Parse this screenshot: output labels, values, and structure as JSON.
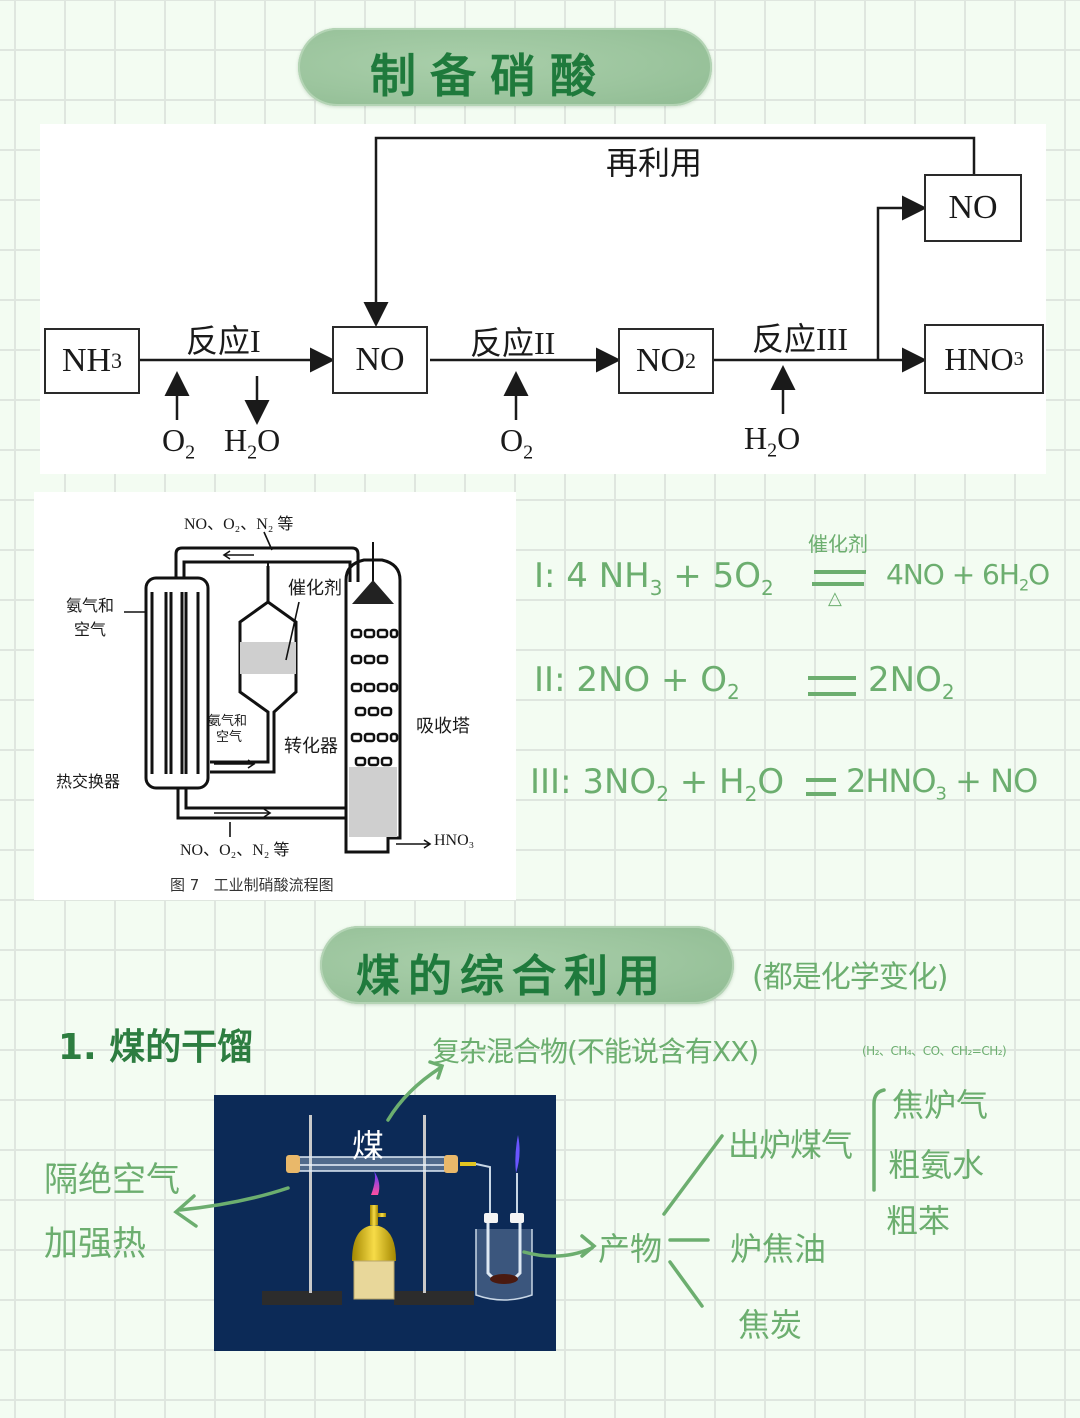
{
  "section1": {
    "title": "制备硝酸",
    "flowchart": {
      "recycle_label": "再利用",
      "nodes": {
        "nh3": {
          "main": "NH",
          "sub": "3"
        },
        "no1": {
          "main": "NO",
          "sub": ""
        },
        "no2": {
          "main": "NO",
          "sub": "2"
        },
        "hno3": {
          "main": "HNO",
          "sub": "3"
        },
        "no_top": {
          "main": "NO",
          "sub": ""
        }
      },
      "reactions": {
        "r1": "反应I",
        "r2": "反应II",
        "r3": "反应III"
      },
      "inputs": {
        "o2_a": {
          "main": "O",
          "sub": "2"
        },
        "h2o_a": {
          "main": "H",
          "sub": "2",
          "tail": "O"
        },
        "o2_b": {
          "main": "O",
          "sub": "2"
        },
        "h2o_b": {
          "main": "H",
          "sub": "2",
          "tail": "O"
        }
      }
    },
    "plant_diagram": {
      "top_gas": "NO、O₂、N₂ 等",
      "bottom_gas": "NO、O₂、N₂ 等",
      "catalyst": "催化剂",
      "ammonia_air_left": [
        "氨气和",
        "空气"
      ],
      "ammonia_air_inner": [
        "氨气和",
        "空气"
      ],
      "converter": "转化器",
      "absorber": "吸收塔",
      "heat_exchanger": "热交换器",
      "product": "HNO₃",
      "caption": "图 7   工业制硝酸流程图"
    },
    "equations": [
      {
        "roman": "I",
        "lhs": [
          "4 NH",
          "3",
          " + 5O",
          "2"
        ],
        "condition_top": "催化剂",
        "condition_bottom": "△",
        "rhs": [
          "4NO + 6H",
          "2",
          "O"
        ]
      },
      {
        "roman": "II",
        "lhs": [
          "2NO + O",
          "2"
        ],
        "rhs": [
          "2NO",
          "2"
        ]
      },
      {
        "roman": "III",
        "lhs": [
          "3NO",
          "2",
          " + H",
          "2",
          "O"
        ],
        "rhs": [
          "2HNO",
          "3",
          " + NO"
        ]
      }
    ]
  },
  "section2": {
    "title": "煤的综合利用",
    "title_note": "(都是化学变化)",
    "subheading": "1. 煤的干馏",
    "mixture_note": "复杂混合物(不能说含有XX)",
    "gas_components": "(H₂、CH₄、CO、CH₂=CH₂)",
    "lab_label": "煤",
    "conditions": [
      "隔绝空气",
      "加强热"
    ],
    "products_label": "产物",
    "products": [
      "出炉煤气",
      "炉焦油",
      "焦炭"
    ],
    "coal_gas_parts": [
      "焦炉气",
      "粗氨水",
      "粗苯"
    ]
  },
  "colors": {
    "banner": "#9cc59e",
    "banner_text": "#1f7a3c",
    "handwriting": "#6cae6f",
    "lab_bg": "#0c2a57"
  }
}
